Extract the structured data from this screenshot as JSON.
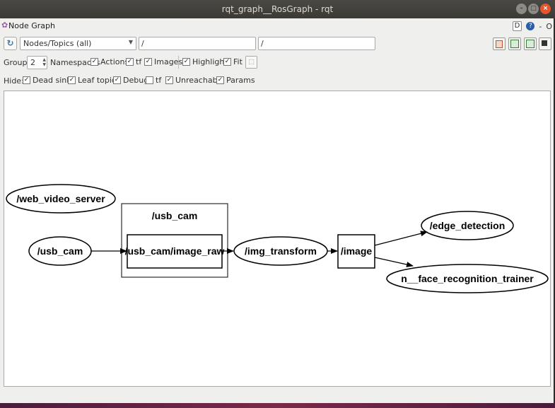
{
  "window": {
    "title": "rqt_graph__RosGraph - rqt"
  },
  "plugin": {
    "title": "Node Graph",
    "dock_d": "D",
    "dock_help": "?",
    "dock_min": "-",
    "dock_close": "O"
  },
  "toolbar": {
    "refresh_icon": "refresh-icon",
    "mode_selected": "Nodes/Topics (all)",
    "node_filter": "/",
    "topic_filter": "/"
  },
  "group_row": {
    "group_label": "Group:",
    "group_value": "2",
    "namespaces": {
      "label": "Namespaces",
      "checked": true
    },
    "actions": {
      "label": "Actions",
      "checked": true
    },
    "tf": {
      "label": "tf",
      "checked": true
    },
    "images": {
      "label": "Images",
      "checked": true
    },
    "highlight": {
      "label": "Highlight",
      "checked": true
    },
    "fit": {
      "label": "Fit",
      "checked": true
    }
  },
  "hide_row": {
    "hide_label": "Hide:",
    "dead_sinks": {
      "label": "Dead sinks",
      "checked": true
    },
    "leaf_topics": {
      "label": "Leaf topics",
      "checked": true
    },
    "debug": {
      "label": "Debug",
      "checked": true
    },
    "tf": {
      "label": "tf",
      "checked": false
    },
    "unreachable": {
      "label": "Unreachable",
      "checked": true
    },
    "params": {
      "label": "Params",
      "checked": true
    }
  },
  "graph": {
    "nodes": {
      "web_video_server": "/web_video_server",
      "usb_cam": "/usb_cam",
      "img_transform": "/img_transform",
      "edge_detection": "/edge_detection",
      "face_trainer": "n__face_recognition_trainer"
    },
    "namespace_box": "/usb_cam",
    "topics": {
      "image_raw": "/usb_cam/image_raw",
      "image": "/image"
    }
  }
}
